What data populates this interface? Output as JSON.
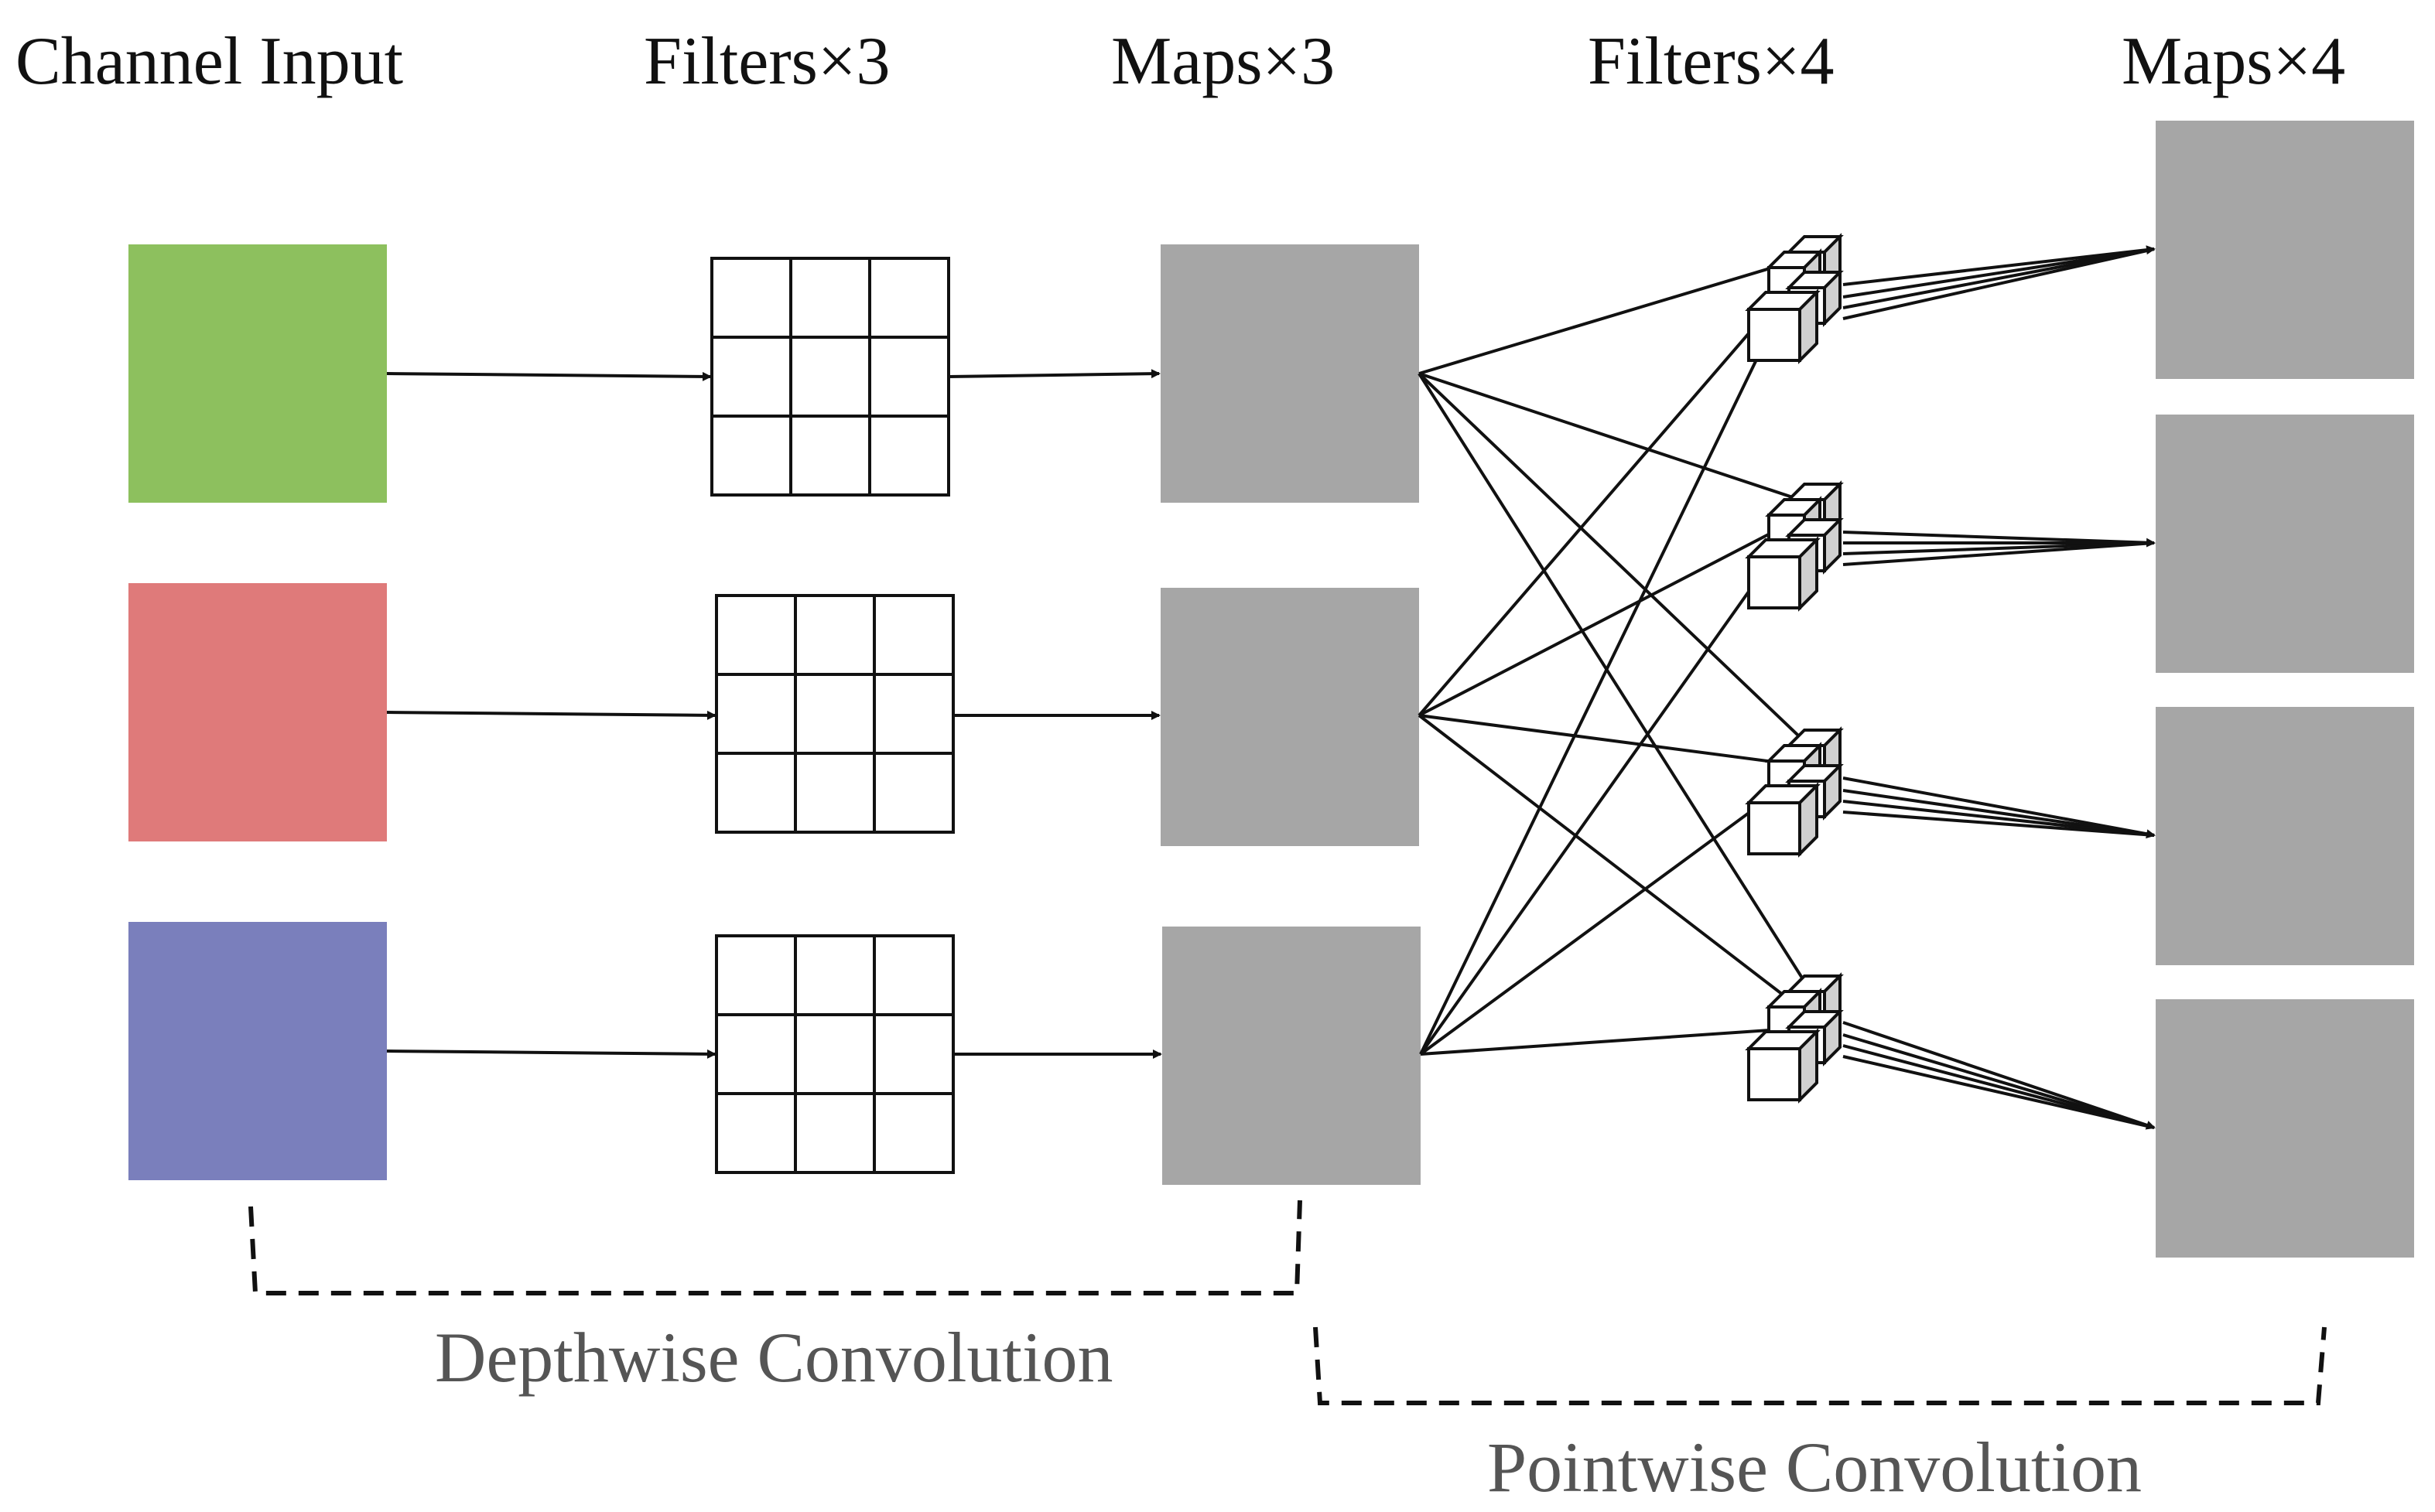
{
  "headers": {
    "channel_input": "Channel Input",
    "filters_3": "Filters×3",
    "maps_3": "Maps×3",
    "filters_4": "Filters×4",
    "maps_4": "Maps×4"
  },
  "brackets": {
    "depthwise": "Depthwise Convolution",
    "pointwise": "Pointwise Convolution"
  },
  "colors": {
    "channel_green": "#8dc05e",
    "channel_red": "#df7a7a",
    "channel_blue": "#7a7fbc",
    "map_gray": "#a6a6a6",
    "line": "#111111",
    "filter_cube_face": "#ffffff",
    "filter_cube_side": "#d0d0d0"
  },
  "counts": {
    "input_channels": 3,
    "depthwise_filters": 3,
    "depthwise_maps": 3,
    "pointwise_filters": 4,
    "output_maps": 4
  }
}
